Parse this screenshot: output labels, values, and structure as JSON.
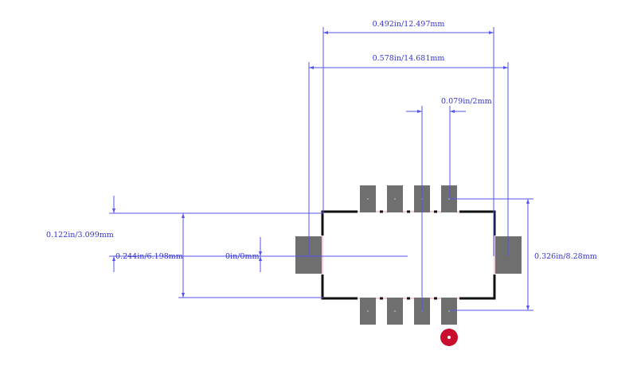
{
  "dimensions": {
    "top_span": "0.492in/12.497mm",
    "overall_span": "0.578in/14.681mm",
    "pitch": "0.079in/2mm",
    "left_offset": "0.122in/3.099mm",
    "body_height": "0.244in/6.198mm",
    "center_offset": "0in/0mm",
    "overall_height": "0.326in/8.28mm"
  },
  "colors": {
    "dimension_line": "#5555ee",
    "pad": "#6f6f6f",
    "outline": "#111111",
    "courtyard": "#e8a0a8",
    "pin1_marker": "#c8102e"
  },
  "icons": {
    "pin1": "pin1-marker-icon"
  }
}
